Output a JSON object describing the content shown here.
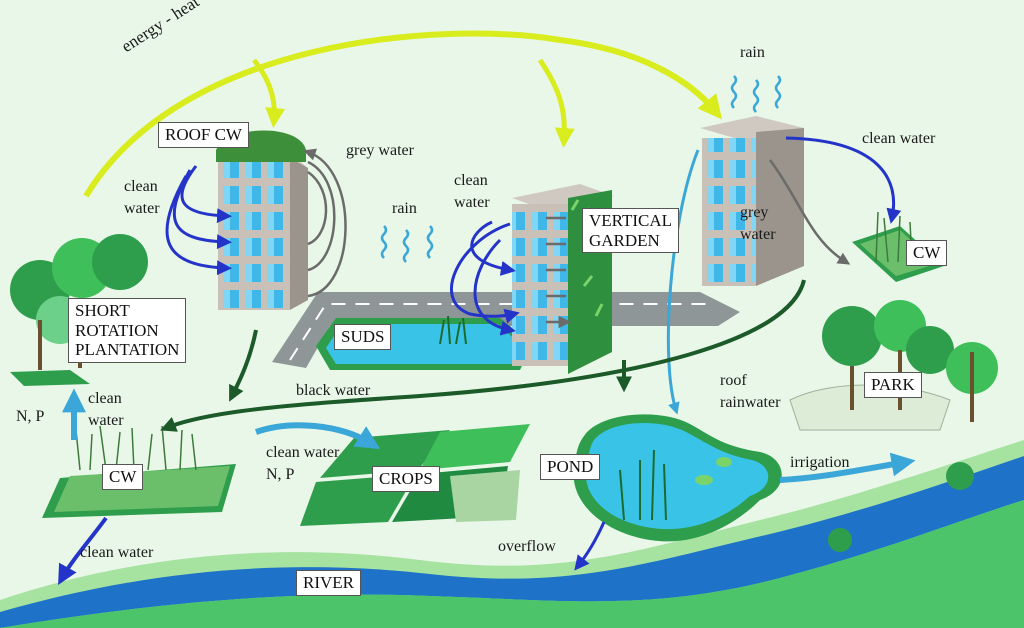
{
  "labels": {
    "energy_heat": "energy - heat",
    "roof_cw": "ROOF CW",
    "grey_water_1": "grey water",
    "clean_water_1_a": "clean",
    "clean_water_1_b": "water",
    "rain_1": "rain",
    "clean_water_2_a": "clean",
    "clean_water_2_b": "water",
    "vertical_garden_a": "VERTICAL",
    "vertical_garden_b": "GARDEN",
    "rain_2": "rain",
    "clean_water_3": "clean water",
    "grey_water_2_a": "grey",
    "grey_water_2_b": "water",
    "cw_right": "CW",
    "srp_1": "SHORT",
    "srp_2": "ROTATION",
    "srp_3": "PLANTATION",
    "suds": "SUDS",
    "black_water": "black water",
    "roof_rainwater_a": "roof",
    "roof_rainwater_b": "rainwater",
    "park": "PARK",
    "n_p_left": "N, P",
    "clean_water_4_a": "clean",
    "clean_water_4_b": "water",
    "cw_left": "CW",
    "clean_water_5_a": "clean water",
    "clean_water_5_b": "N, P",
    "crops": "CROPS",
    "pond": "POND",
    "irrigation": "irrigation",
    "clean_water_6": "clean water",
    "overflow": "overflow",
    "river": "RIVER"
  },
  "colors": {
    "background": "#e9f7e8",
    "energy_arrow": "#d9ec1e",
    "clean_arrow": "#2434c8",
    "light_arrow": "#3aa7d8",
    "grey_arrow": "#6b6b6b",
    "black_water_arrow": "#1c5a2a",
    "river": "#1e73c8",
    "water": "#39c3e6",
    "vegetation": "#2e9e4c"
  }
}
